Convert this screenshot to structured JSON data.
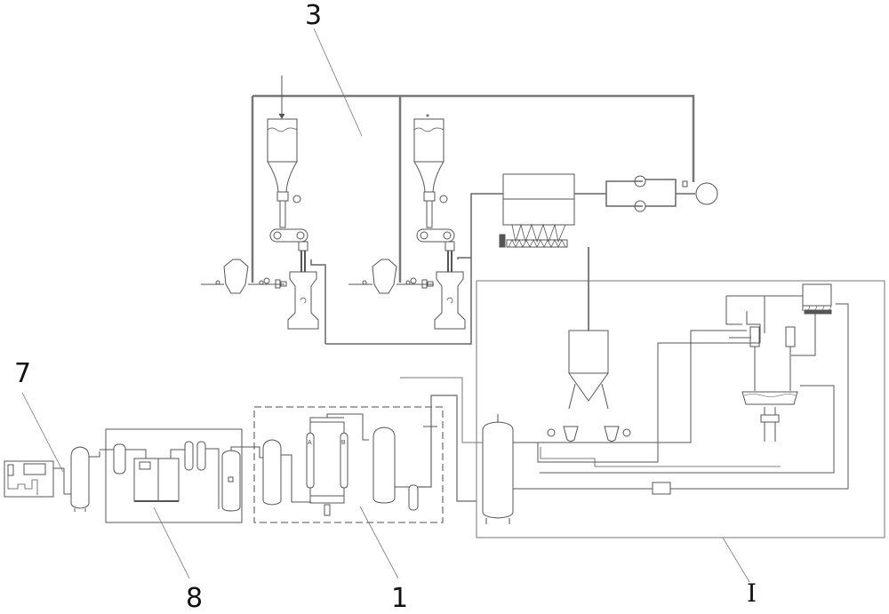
{
  "diagram": {
    "type": "process-flow-schematic",
    "line_color": "#555555",
    "pipe_color": "#666666",
    "reference_labels": [
      {
        "id": "3",
        "text": "3",
        "refers_to": "powder-feeding-unit"
      },
      {
        "id": "7",
        "text": "7",
        "refers_to": "air-compressor-unit"
      },
      {
        "id": "8",
        "text": "8",
        "refers_to": "air-drying-filter-unit"
      },
      {
        "id": "1",
        "text": "1",
        "refers_to": "adsorption-dryer-unit"
      },
      {
        "id": "I",
        "text": "I",
        "refers_to": "conveying-loop-section"
      }
    ],
    "vessel_marks": {
      "adsorber_a": "A",
      "adsorber_b": "B"
    }
  }
}
